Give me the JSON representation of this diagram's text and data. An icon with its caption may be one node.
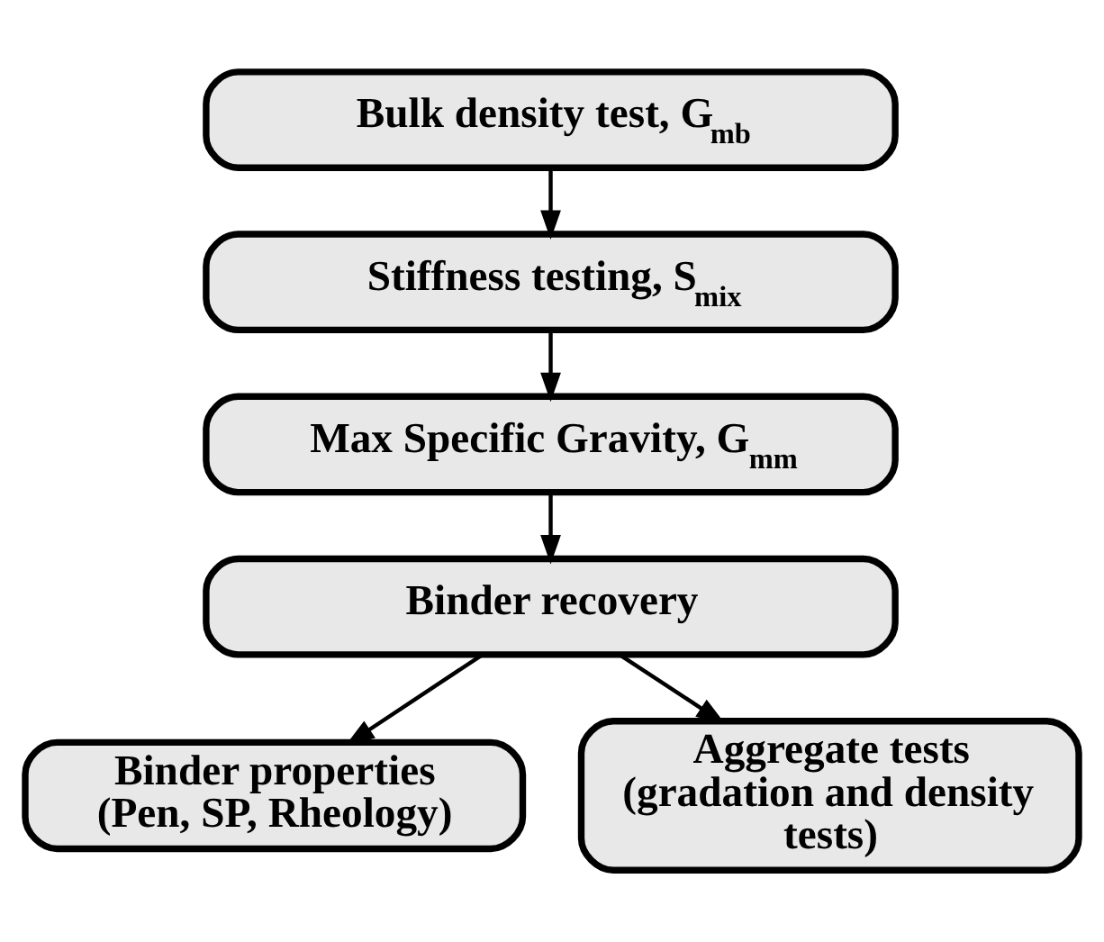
{
  "diagram": {
    "nodes": [
      {
        "text": [
          "Bulk density test, G$_{mb}$"
        ]
      },
      {
        "text": [
          "Stiffness testing, S$_{mix}$"
        ]
      },
      {
        "text": [
          "Max Specific Gravity, G$_{mm}$"
        ]
      },
      {
        "text": [
          "Binder recovery"
        ]
      },
      {
        "text": [
          "Binder properties (Pen, SP, Rheology)"
        ]
      },
      {
        "text": [
          "Aggregate tests (gradation and density tests)"
        ]
      }
    ],
    "edges": [
      {
        "from": 0,
        "to": 1,
        "arrow": "to"
      },
      {
        "from": 1,
        "to": 2,
        "arrow": "to"
      },
      {
        "from": 2,
        "to": 3,
        "arrow": "to"
      },
      {
        "from": 3,
        "to": 4,
        "arrow": "to"
      },
      {
        "from": 3,
        "to": 5,
        "arrow": "to"
      }
    ]
  }
}
